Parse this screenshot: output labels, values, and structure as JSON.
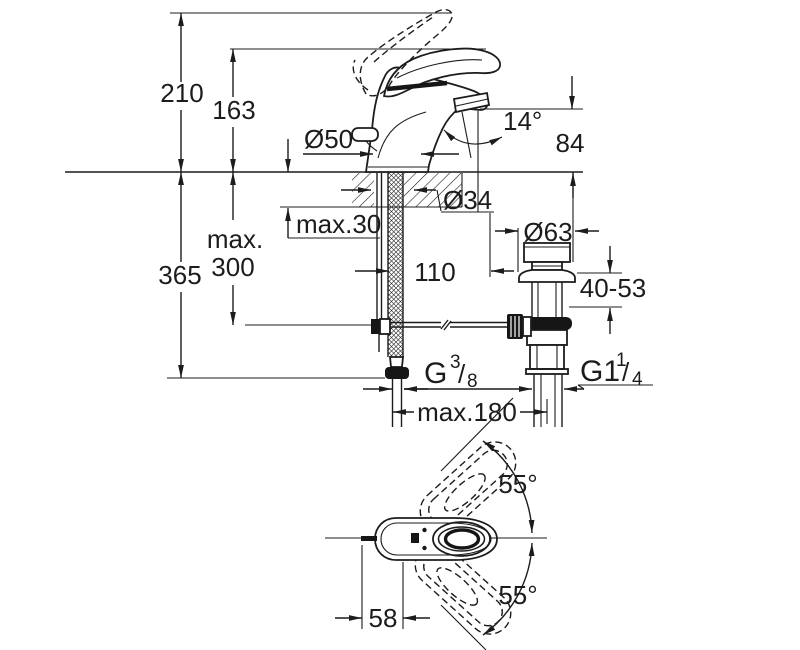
{
  "colors": {
    "ink": "#1c1c1c",
    "background": "#ffffff"
  },
  "labels": {
    "overall_height": "210",
    "spout_tip_height": "163",
    "body_diameter": "Ø50",
    "spout_angle": "14°",
    "outlet_height": "84",
    "hole_diameter": "Ø34",
    "deck_thickness": "max.30",
    "below_deck_height": "365",
    "rod_depth_line1": "max.",
    "rod_depth_line2": "300",
    "spout_projection": "110",
    "waste_flange_diameter": "Ø63",
    "waste_adjust_range": "40-53",
    "supply_thread_base": "G",
    "supply_thread_sup": "3",
    "supply_thread_slash": "/",
    "supply_thread_sub": "8",
    "waste_thread_base": "G1",
    "waste_thread_sup": "1",
    "waste_thread_slash": "/",
    "waste_thread_sub": "4",
    "rod_reach_max": "max.180",
    "handle_swing_up": "55°",
    "handle_swing_down": "55°",
    "rod_offset": "58"
  }
}
